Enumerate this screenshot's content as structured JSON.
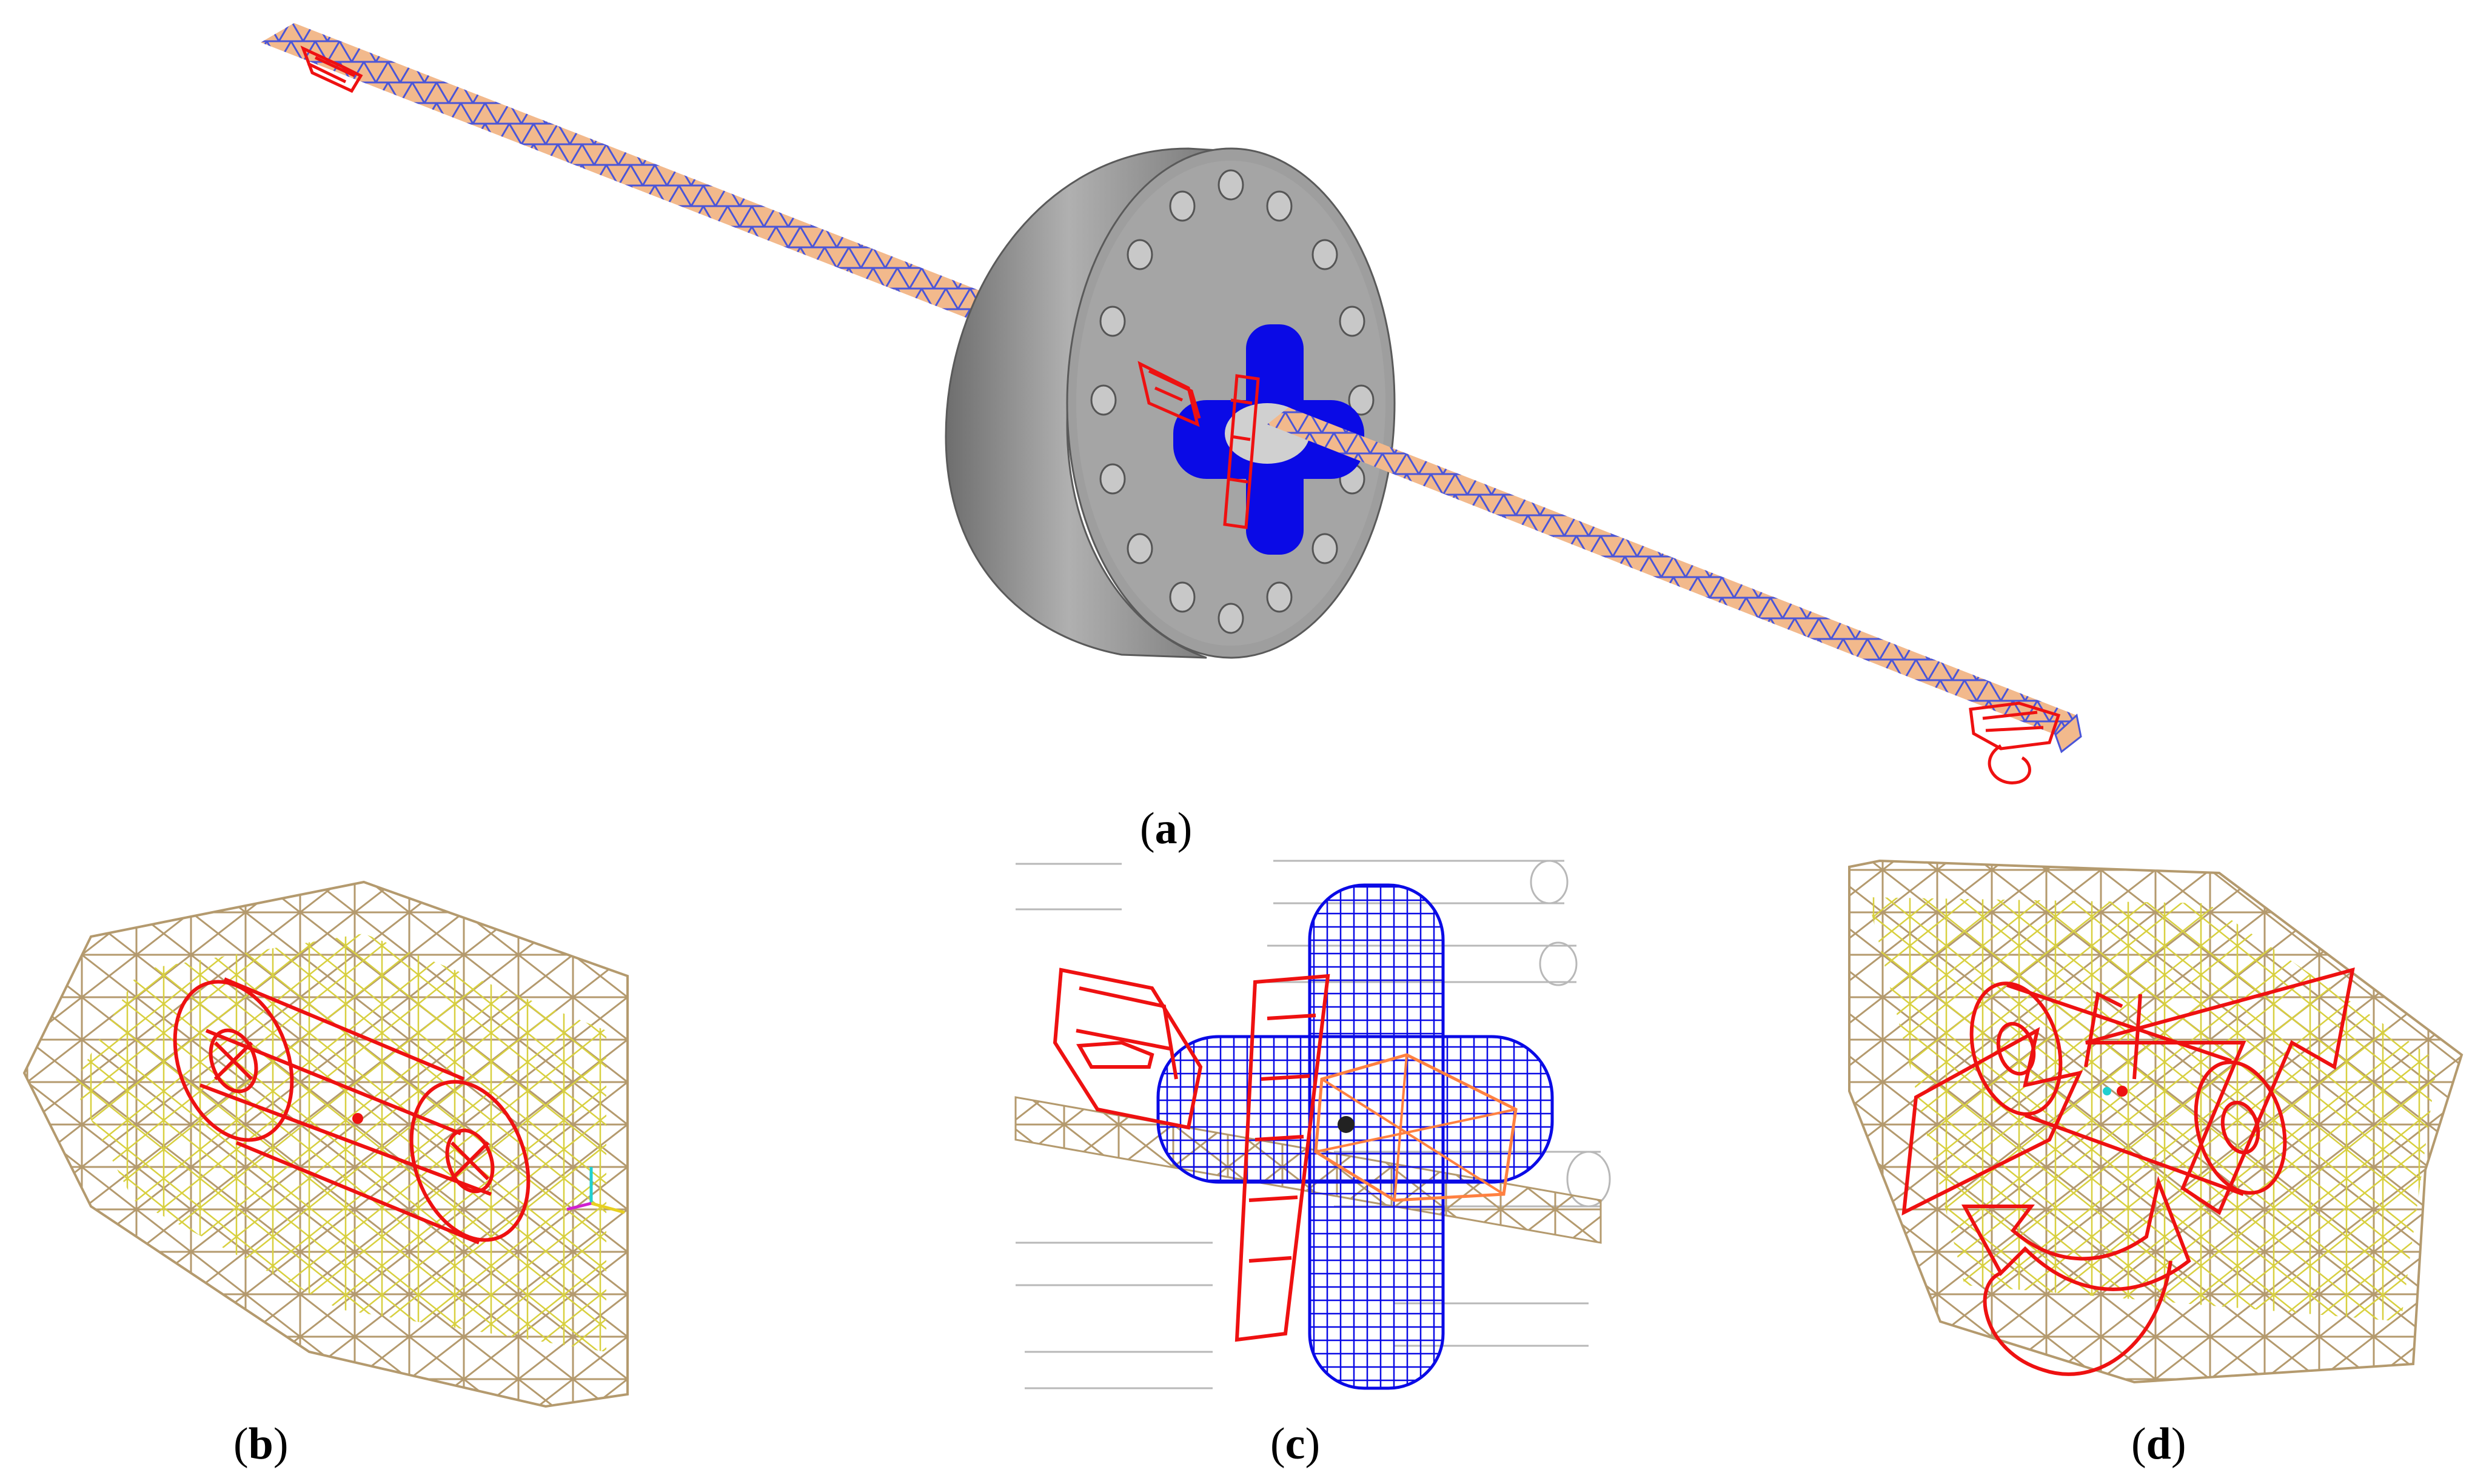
{
  "captions": {
    "a": "a",
    "b": "b",
    "c": "c",
    "d": "d"
  },
  "colors": {
    "shaft_fill": "#f2b98c",
    "shaft_mesh": "#4a55d8",
    "disk_gray": "#8c8c8c",
    "coupling_blue": "#0a0ae6",
    "constraint_red": "#ee1111",
    "mesh_tan": "#b49a6e",
    "mesh_yellow": "#d8d040",
    "mesh_orange": "#ff8040",
    "ghost_gray": "#b8b8b8"
  }
}
